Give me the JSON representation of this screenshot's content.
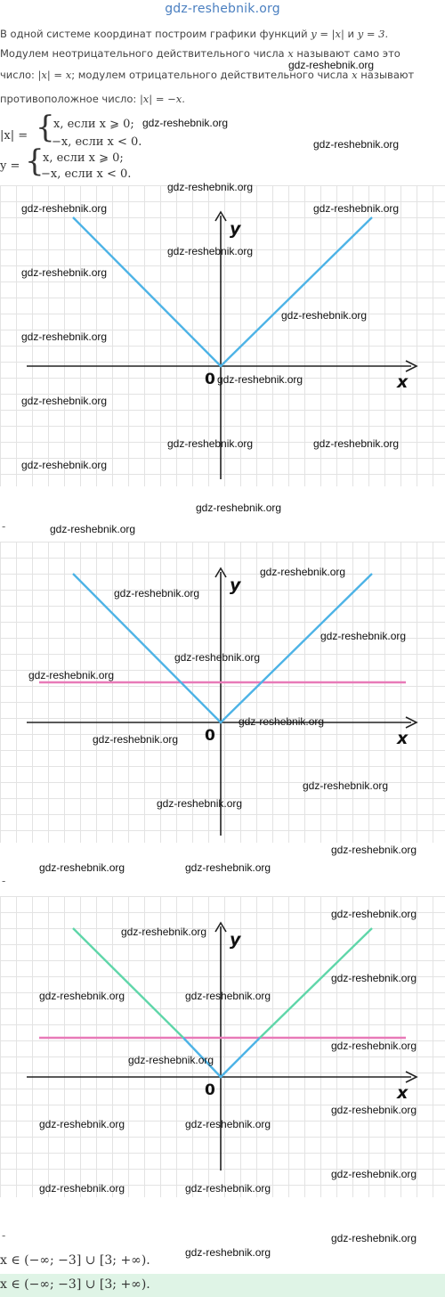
{
  "header": {
    "site": "gdz-reshebnik.org"
  },
  "text": {
    "line1_a": "В одной системе координат построим графики функций ",
    "line1_f1": "y = |x|",
    "line1_b": " и ",
    "line1_f2": "y = 3.",
    "line2_a": "Модулем неотрицательного действительного числа ",
    "line2_x": "x",
    "line2_b": " называют само это",
    "line3_a": "число: ",
    "line3_f": "|x| = x",
    "line3_b": "; модулем отрицательного действительного числа ",
    "line3_x": "x",
    "line3_c": " называют",
    "line4_a": "противоположное число: ",
    "line4_f": "|x| = −x."
  },
  "system1": {
    "lhs": "|x| =",
    "row1": "x,  если x ⩾ 0;",
    "row2": "−x,  если x < 0."
  },
  "system2": {
    "lhs": "y =",
    "row1": "x,  если x ⩾ 0;",
    "row2": "−x,  если x < 0."
  },
  "graph_labels": {
    "y": "y",
    "x": "x",
    "origin": "0"
  },
  "separator": "-",
  "answer": {
    "line1": "x ∈ (−∞; −3] ∪ [3; +∞).",
    "line2": "x ∈ (−∞; −3] ∪ [3; +∞)."
  },
  "watermark": "gdz-reshebnik.org",
  "colors": {
    "abs_line": "#4db3e6",
    "abs_line_green": "#5fd6a9",
    "hline": "#e87ab8",
    "axis": "#222222",
    "header": "#4a7fc0"
  }
}
